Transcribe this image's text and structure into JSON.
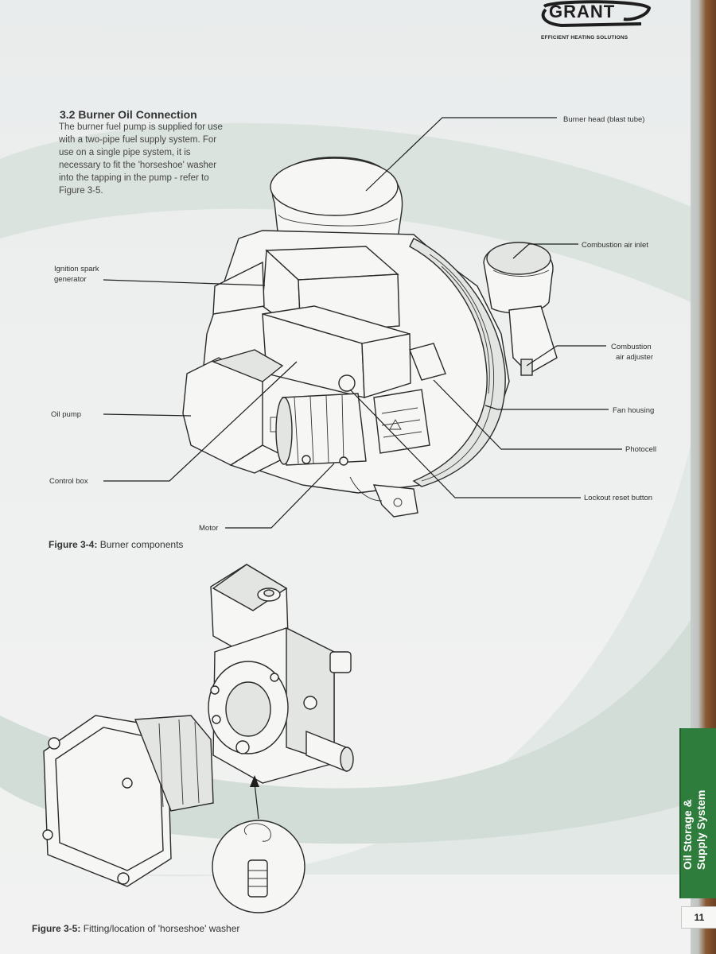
{
  "brand": {
    "logo_text": "GRANT",
    "tagline": "EFFICIENT HEATING SOLUTIONS"
  },
  "section": {
    "title": "3.2 Burner Oil Connection",
    "intro_lines": [
      "The burner fuel pump is supplied for use",
      "with a two-pipe fuel supply system. For",
      "use on a single pipe system, it is",
      "necessary to fit the 'horseshoe' washer",
      "into the tapping in the pump - refer to",
      "Figure 3-5."
    ]
  },
  "figure_3_4": {
    "caption_label": "Figure 3-4:",
    "caption_text": "Burner components",
    "callouts": {
      "burner_head": "Burner head (blast tube)",
      "combustion_air_inlet": "Combustion air inlet",
      "ignition_line1": "Ignition spark",
      "ignition_line2": "generator",
      "combustion_adjuster_line1": "Combustion",
      "combustion_adjuster_line2": "air adjuster",
      "fan_housing": "Fan housing",
      "oil_pump": "Oil pump",
      "photocell": "Photocell",
      "control_box": "Control box",
      "lockout_reset": "Lockout reset button",
      "motor": "Motor"
    }
  },
  "figure_3_5": {
    "caption_label": "Figure 3-5:",
    "caption_text": "Fitting/location of 'horseshoe' washer"
  },
  "side_tab": {
    "line1": "Oil Storage &",
    "line2": "Supply System"
  },
  "page_number": "11",
  "colors": {
    "tab_green": "#2f7d3c",
    "swoosh": "#c8d4cf"
  }
}
